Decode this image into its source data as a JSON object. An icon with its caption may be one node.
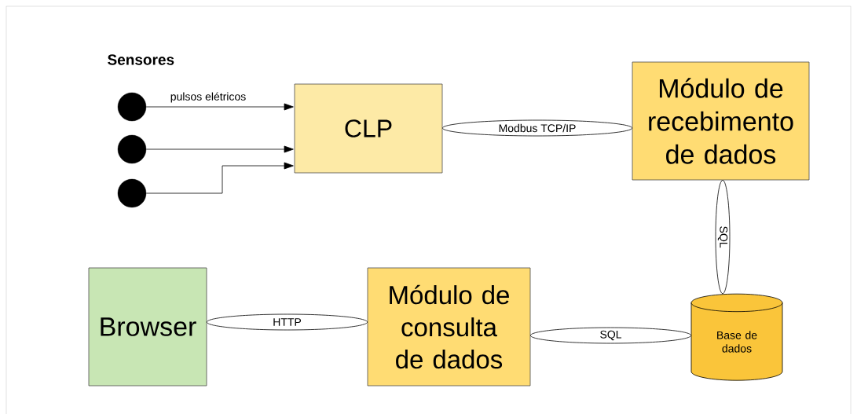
{
  "diagram": {
    "nodes": [
      {
        "text": [],
        "shape": "circle"
      },
      {
        "text": [],
        "shape": "circle"
      },
      {
        "text": [],
        "shape": "circle"
      },
      {
        "text": [
          "CLP"
        ]
      },
      {
        "text": [
          "Módulo de recebimento de dados"
        ]
      },
      {
        "text": [
          "Browser"
        ]
      },
      {
        "text": [
          "Módulo de consulta de dados"
        ]
      },
      {
        "text": [
          "Base de dados"
        ]
      }
    ],
    "edges": [
      {
        "from": 0,
        "to": 3,
        "arrow": "to",
        "label": "pulsos elétricos"
      },
      {
        "from": 1,
        "to": 3,
        "arrow": "to"
      },
      {
        "from": 2,
        "to": 3,
        "arrow": "to"
      },
      {
        "from": 3,
        "to": 4,
        "arrow": "none",
        "label": "Modbus TCP/IP"
      },
      {
        "from": 4,
        "to": 7,
        "arrow": "none",
        "label": "SQL"
      },
      {
        "from": 5,
        "to": 6,
        "arrow": "none",
        "label": "HTTP"
      },
      {
        "from": 6,
        "to": 7,
        "arrow": "none",
        "label": "SQL"
      }
    ],
    "labels": [
      "Sensores"
    ]
  }
}
